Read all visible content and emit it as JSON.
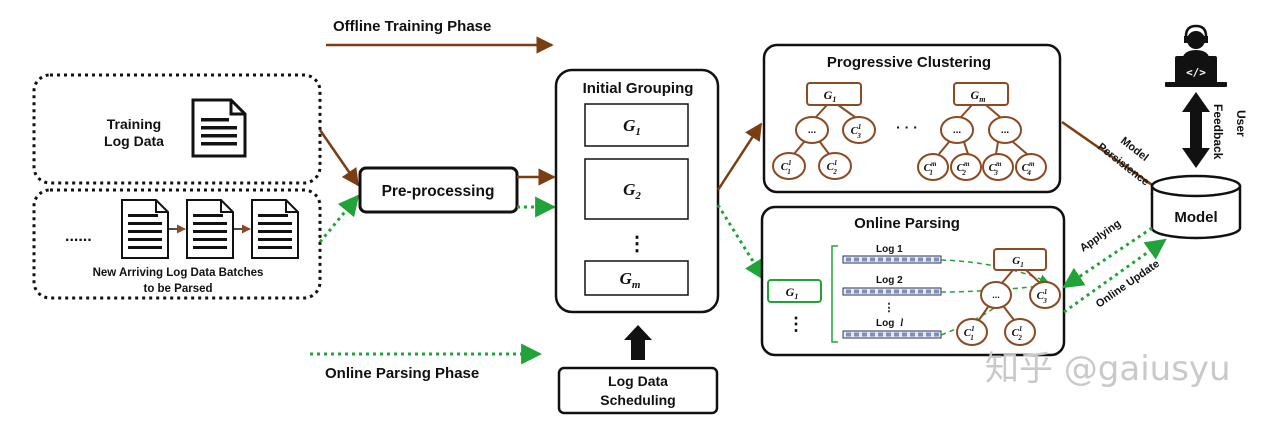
{
  "legend": {
    "offline": "Offline Training Phase",
    "online": "Online Parsing Phase"
  },
  "training": {
    "line1": "Training",
    "line2": "Log Data"
  },
  "arriving": {
    "ellipsis": "......",
    "line1": "New Arriving Log Data Batches",
    "line2": "to be Parsed"
  },
  "preprocessing": "Pre-processing",
  "initial_grouping": {
    "title": "Initial Grouping",
    "g1": "G",
    "g1_sub": "1",
    "g2": "G",
    "g2_sub": "2",
    "gm": "G",
    "gm_sub": "m",
    "dots": "⋮"
  },
  "scheduling": {
    "line1": "Log Data",
    "line2": "Scheduling"
  },
  "progressive": {
    "title": "Progressive Clustering",
    "ellipsis": "· · ·",
    "left_root": "G",
    "left_root_sub": "1",
    "node_dots": "...",
    "right_root": "G",
    "right_root_sub": "m",
    "c": "C"
  },
  "online_parsing": {
    "title": "Online Parsing",
    "log1": "Log 1",
    "log2": "Log 2",
    "logl": "Log",
    "logl_var": "l",
    "vdots": "⋮",
    "g1": "G",
    "g1_sub": "1",
    "dots": "⋮",
    "tree_root": "G",
    "tree_root_sub": "1"
  },
  "model": "Model",
  "labels": {
    "model_persistence_1": "Model",
    "model_persistence_2": "Persistence",
    "user_feedback_1": "User",
    "user_feedback_2": "Feedback",
    "applying": "Applying",
    "online_update": "Online Update"
  },
  "watermark": "知乎 @gaiusyu",
  "colors": {
    "offline": "#7a3e12",
    "online": "#22a33a",
    "tree": "#8b4a22"
  }
}
